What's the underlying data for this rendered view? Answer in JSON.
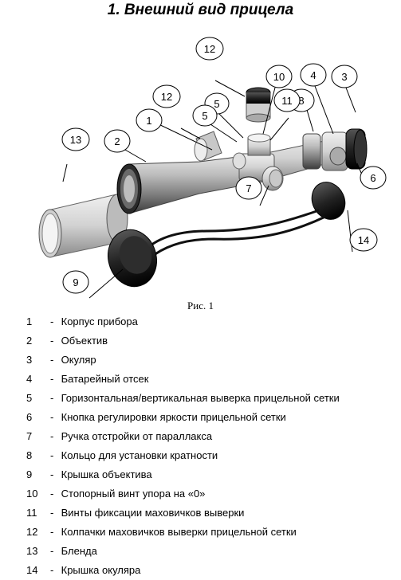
{
  "title": "1. Внешний вид прицела",
  "figure": {
    "caption": "Рис. 1",
    "callouts": [
      {
        "num": "1"
      },
      {
        "num": "2"
      },
      {
        "num": "3"
      },
      {
        "num": "4"
      },
      {
        "num": "5"
      },
      {
        "num": "5"
      },
      {
        "num": "6"
      },
      {
        "num": "7"
      },
      {
        "num": "8"
      },
      {
        "num": "9"
      },
      {
        "num": "10"
      },
      {
        "num": "11"
      },
      {
        "num": "12"
      },
      {
        "num": "12"
      },
      {
        "num": "13"
      },
      {
        "num": "14"
      }
    ]
  },
  "legend": [
    {
      "num": "1",
      "label": "Корпус прибора"
    },
    {
      "num": "2",
      "label": "Объектив"
    },
    {
      "num": "3",
      "label": "Окуляр"
    },
    {
      "num": "4",
      "label": "Батарейный отсек"
    },
    {
      "num": "5",
      "label": "Горизонтальная/вертикальная выверка прицельной сетки"
    },
    {
      "num": "6",
      "label": "Кнопка регулировки яркости прицельной сетки"
    },
    {
      "num": "7",
      "label": "Ручка отстройки от параллакса"
    },
    {
      "num": "8",
      "label": "Кольцо для установки кратности"
    },
    {
      "num": "9",
      "label": "Крышка объектива"
    },
    {
      "num": "10",
      "label": "Стопорный винт упора на «0»"
    },
    {
      "num": "11",
      "label": "Винты фиксации маховичков выверки"
    },
    {
      "num": "12",
      "label": "Колпачки маховичков выверки прицельной сетки"
    },
    {
      "num": "13",
      "label": "Бленда"
    },
    {
      "num": "14",
      "label": "Крышка окуляра"
    }
  ],
  "legend_separator": "-"
}
